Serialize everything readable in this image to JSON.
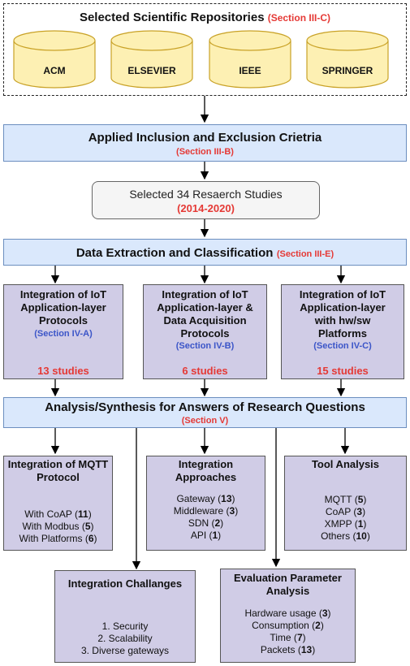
{
  "repositories": {
    "title": "Selected Scientific Repositories",
    "section": "(Section III-C)",
    "items": [
      "ACM",
      "ELSEVIER",
      "IEEE",
      "SPRINGER"
    ]
  },
  "criteria": {
    "title": "Applied Inclusion and Exclusion Crietria",
    "section": "(Section III-B)"
  },
  "studies": {
    "title": "Selected 34 Resaerch Studies",
    "years": "(2014-2020)"
  },
  "extraction": {
    "title": "Data Extraction and Classification",
    "section": "(Section III-E)"
  },
  "categories": [
    {
      "lines": [
        "Integration of IoT",
        "Application-layer",
        "Protocols"
      ],
      "section": "(Section IV-A)",
      "count": "13 studies"
    },
    {
      "lines": [
        "Integration of IoT",
        "Application-layer &",
        "Data Acquisition",
        "Protocols"
      ],
      "section": "(Section IV-B)",
      "count": "6 studies"
    },
    {
      "lines": [
        "Integration of IoT",
        "Application-layer",
        "with hw/sw",
        "Platforms"
      ],
      "section": "(Section IV-C)",
      "count": "15 studies"
    }
  ],
  "analysis": {
    "title": "Analysis/Synthesis for Answers of Research Questions",
    "section": "(Section V)"
  },
  "mqtt": {
    "title_lines": [
      "Integration of MQTT",
      "Protocol"
    ],
    "items": [
      {
        "label": "With CoAP (",
        "num": "11",
        "end": ")"
      },
      {
        "label": "With Modbus (",
        "num": "5",
        "end": ")"
      },
      {
        "label": "With Platforms (",
        "num": "6",
        "end": ")"
      }
    ]
  },
  "approaches": {
    "title_lines": [
      "Integration",
      "Approaches"
    ],
    "items": [
      {
        "label": "Gateway (",
        "num": "13",
        "end": ")"
      },
      {
        "label": "Middleware (",
        "num": "3",
        "end": ")"
      },
      {
        "label": "SDN (",
        "num": "2",
        "end": ")"
      },
      {
        "label": "API (",
        "num": "1",
        "end": ")"
      }
    ]
  },
  "tools": {
    "title": "Tool Analysis",
    "items": [
      {
        "label": "MQTT (",
        "num": "5",
        "end": ")"
      },
      {
        "label": "CoAP (",
        "num": "3",
        "end": ")"
      },
      {
        "label": "XMPP (",
        "num": "1",
        "end": ")"
      },
      {
        "label": "Others (",
        "num": "10",
        "end": ")"
      }
    ]
  },
  "challenges": {
    "title": "Integration Challanges",
    "items": [
      "1. Security",
      "2. Scalability",
      "3. Diverse gateways"
    ]
  },
  "evaluation": {
    "title_lines": [
      "Evaluation Parameter",
      "Analysis"
    ],
    "items": [
      {
        "label": "Hardware usage (",
        "num": "3",
        "end": ")"
      },
      {
        "label": "Consumption (",
        "num": "2",
        "end": ")"
      },
      {
        "label": "Time (",
        "num": "7",
        "end": ")"
      },
      {
        "label": "Packets (",
        "num": "13",
        "end": ")"
      }
    ]
  },
  "colors": {
    "section_red": "#e53935",
    "section_blue": "#3b55c8",
    "blue_fill": "#dae8fc",
    "purple_fill": "#d0cce6"
  }
}
